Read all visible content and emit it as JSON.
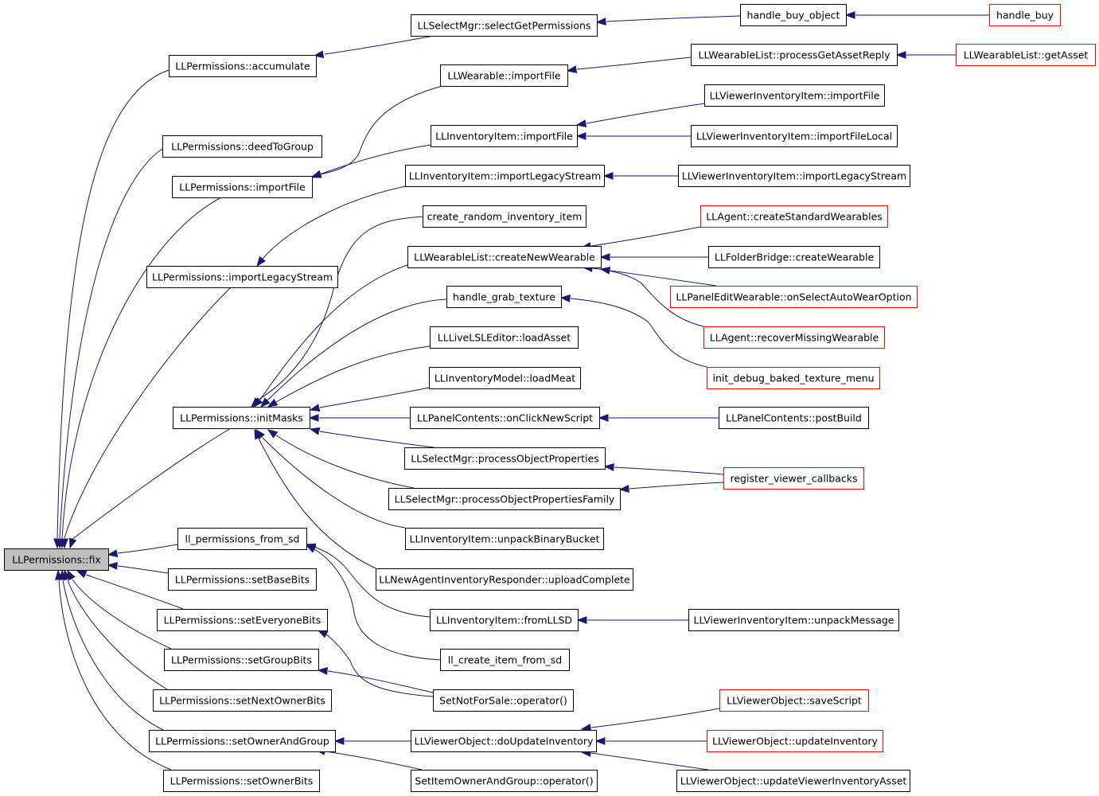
{
  "diagram": {
    "colors": {
      "edge": "#191970",
      "node_border": "#000000",
      "truncated_border": "#ff0000",
      "root_fill": "#bfbfbf",
      "background": "#ffffff"
    },
    "nodes": [
      {
        "id": "fix",
        "label": "LLPermissions::fix",
        "kind": "root"
      },
      {
        "id": "accumulate",
        "label": "LLPermissions::accumulate",
        "kind": "normal"
      },
      {
        "id": "deedToGroup",
        "label": "LLPermissions::deedToGroup",
        "kind": "normal"
      },
      {
        "id": "perm_importFile",
        "label": "LLPermissions::importFile",
        "kind": "normal"
      },
      {
        "id": "perm_importLegacyStream",
        "label": "LLPermissions::importLegacyStream",
        "kind": "normal"
      },
      {
        "id": "initMasks",
        "label": "LLPermissions::initMasks",
        "kind": "normal"
      },
      {
        "id": "ll_permissions_from_sd",
        "label": "ll_permissions_from_sd",
        "kind": "normal"
      },
      {
        "id": "setBaseBits",
        "label": "LLPermissions::setBaseBits",
        "kind": "normal"
      },
      {
        "id": "setEveryoneBits",
        "label": "LLPermissions::setEveryoneBits",
        "kind": "normal"
      },
      {
        "id": "setGroupBits",
        "label": "LLPermissions::setGroupBits",
        "kind": "normal"
      },
      {
        "id": "setNextOwnerBits",
        "label": "LLPermissions::setNextOwnerBits",
        "kind": "normal"
      },
      {
        "id": "setOwnerAndGroup",
        "label": "LLPermissions::setOwnerAndGroup",
        "kind": "normal"
      },
      {
        "id": "setOwnerBits",
        "label": "LLPermissions::setOwnerBits",
        "kind": "normal"
      },
      {
        "id": "selectGetPermissions",
        "label": "LLSelectMgr::selectGetPermissions",
        "kind": "normal"
      },
      {
        "id": "wearable_importFile",
        "label": "LLWearable::importFile",
        "kind": "normal"
      },
      {
        "id": "invitem_importFile",
        "label": "LLInventoryItem::importFile",
        "kind": "normal"
      },
      {
        "id": "invitem_importLegacyStream",
        "label": "LLInventoryItem::importLegacyStream",
        "kind": "normal"
      },
      {
        "id": "create_random_inventory_item",
        "label": "create_random_inventory_item",
        "kind": "normal"
      },
      {
        "id": "createNewWearable",
        "label": "LLWearableList::createNewWearable",
        "kind": "normal"
      },
      {
        "id": "handle_grab_texture",
        "label": "handle_grab_texture",
        "kind": "normal"
      },
      {
        "id": "liveLSL_loadAsset",
        "label": "LLLiveLSLEditor::loadAsset",
        "kind": "normal"
      },
      {
        "id": "loadMeat",
        "label": "LLInventoryModel::loadMeat",
        "kind": "normal"
      },
      {
        "id": "onClickNewScript",
        "label": "LLPanelContents::onClickNewScript",
        "kind": "normal"
      },
      {
        "id": "processObjectProperties",
        "label": "LLSelectMgr::processObjectProperties",
        "kind": "normal"
      },
      {
        "id": "processObjectPropertiesFamily",
        "label": "LLSelectMgr::processObjectPropertiesFamily",
        "kind": "normal"
      },
      {
        "id": "unpackBinaryBucket",
        "label": "LLInventoryItem::unpackBinaryBucket",
        "kind": "normal"
      },
      {
        "id": "uploadComplete",
        "label": "LLNewAgentInventoryResponder::uploadComplete",
        "kind": "normal"
      },
      {
        "id": "fromLLSD",
        "label": "LLInventoryItem::fromLLSD",
        "kind": "normal"
      },
      {
        "id": "ll_create_item_from_sd",
        "label": "ll_create_item_from_sd",
        "kind": "normal"
      },
      {
        "id": "setNotForSale",
        "label": "SetNotForSale::operator()",
        "kind": "normal"
      },
      {
        "id": "doUpdateInventory",
        "label": "LLViewerObject::doUpdateInventory",
        "kind": "normal"
      },
      {
        "id": "setItemOwnerAndGroup",
        "label": "SetItemOwnerAndGroup::operator()",
        "kind": "normal"
      },
      {
        "id": "handle_buy_object",
        "label": "handle_buy_object",
        "kind": "normal"
      },
      {
        "id": "handle_buy",
        "label": "handle_buy",
        "kind": "truncated"
      },
      {
        "id": "processGetAssetReply",
        "label": "LLWearableList::processGetAssetReply",
        "kind": "normal"
      },
      {
        "id": "getAsset",
        "label": "LLWearableList::getAsset",
        "kind": "truncated"
      },
      {
        "id": "viewerinv_importFile",
        "label": "LLViewerInventoryItem::importFile",
        "kind": "normal"
      },
      {
        "id": "viewerinv_importFileLocal",
        "label": "LLViewerInventoryItem::importFileLocal",
        "kind": "normal"
      },
      {
        "id": "viewerinv_importLegacyStream",
        "label": "LLViewerInventoryItem::importLegacyStream",
        "kind": "normal"
      },
      {
        "id": "createStandardWearables",
        "label": "LLAgent::createStandardWearables",
        "kind": "truncated"
      },
      {
        "id": "folderBridge_createWearable",
        "label": "LLFolderBridge::createWearable",
        "kind": "normal"
      },
      {
        "id": "onSelectAutoWearOption",
        "label": "LLPanelEditWearable::onSelectAutoWearOption",
        "kind": "truncated"
      },
      {
        "id": "recoverMissingWearable",
        "label": "LLAgent::recoverMissingWearable",
        "kind": "truncated"
      },
      {
        "id": "init_debug_baked_texture_menu",
        "label": "init_debug_baked_texture_menu",
        "kind": "truncated"
      },
      {
        "id": "postBuild",
        "label": "LLPanelContents::postBuild",
        "kind": "normal"
      },
      {
        "id": "register_viewer_callbacks",
        "label": "register_viewer_callbacks",
        "kind": "truncated"
      },
      {
        "id": "unpackMessage",
        "label": "LLViewerInventoryItem::unpackMessage",
        "kind": "normal"
      },
      {
        "id": "saveScript",
        "label": "LLViewerObject::saveScript",
        "kind": "truncated"
      },
      {
        "id": "updateInventory",
        "label": "LLViewerObject::updateInventory",
        "kind": "truncated"
      },
      {
        "id": "updateViewerInventoryAsset",
        "label": "LLViewerObject::updateViewerInventoryAsset",
        "kind": "normal"
      }
    ],
    "edges": [
      {
        "from": "accumulate",
        "to": "fix"
      },
      {
        "from": "deedToGroup",
        "to": "fix"
      },
      {
        "from": "perm_importFile",
        "to": "fix"
      },
      {
        "from": "perm_importLegacyStream",
        "to": "fix"
      },
      {
        "from": "initMasks",
        "to": "fix"
      },
      {
        "from": "ll_permissions_from_sd",
        "to": "fix"
      },
      {
        "from": "setBaseBits",
        "to": "fix"
      },
      {
        "from": "setEveryoneBits",
        "to": "fix"
      },
      {
        "from": "setGroupBits",
        "to": "fix"
      },
      {
        "from": "setNextOwnerBits",
        "to": "fix"
      },
      {
        "from": "setOwnerAndGroup",
        "to": "fix"
      },
      {
        "from": "setOwnerBits",
        "to": "fix"
      },
      {
        "from": "selectGetPermissions",
        "to": "accumulate"
      },
      {
        "from": "handle_buy_object",
        "to": "selectGetPermissions"
      },
      {
        "from": "handle_buy",
        "to": "handle_buy_object"
      },
      {
        "from": "wearable_importFile",
        "to": "perm_importFile"
      },
      {
        "from": "invitem_importFile",
        "to": "perm_importFile"
      },
      {
        "from": "processGetAssetReply",
        "to": "wearable_importFile"
      },
      {
        "from": "getAsset",
        "to": "processGetAssetReply"
      },
      {
        "from": "viewerinv_importFile",
        "to": "invitem_importFile"
      },
      {
        "from": "viewerinv_importFileLocal",
        "to": "invitem_importFile"
      },
      {
        "from": "invitem_importLegacyStream",
        "to": "perm_importLegacyStream"
      },
      {
        "from": "viewerinv_importLegacyStream",
        "to": "invitem_importLegacyStream"
      },
      {
        "from": "create_random_inventory_item",
        "to": "initMasks"
      },
      {
        "from": "createNewWearable",
        "to": "initMasks"
      },
      {
        "from": "handle_grab_texture",
        "to": "initMasks"
      },
      {
        "from": "liveLSL_loadAsset",
        "to": "initMasks"
      },
      {
        "from": "loadMeat",
        "to": "initMasks"
      },
      {
        "from": "onClickNewScript",
        "to": "initMasks"
      },
      {
        "from": "processObjectProperties",
        "to": "initMasks"
      },
      {
        "from": "processObjectPropertiesFamily",
        "to": "initMasks"
      },
      {
        "from": "unpackBinaryBucket",
        "to": "initMasks"
      },
      {
        "from": "uploadComplete",
        "to": "initMasks"
      },
      {
        "from": "createStandardWearables",
        "to": "createNewWearable"
      },
      {
        "from": "folderBridge_createWearable",
        "to": "createNewWearable"
      },
      {
        "from": "onSelectAutoWearOption",
        "to": "createNewWearable"
      },
      {
        "from": "recoverMissingWearable",
        "to": "createNewWearable"
      },
      {
        "from": "init_debug_baked_texture_menu",
        "to": "handle_grab_texture"
      },
      {
        "from": "postBuild",
        "to": "onClickNewScript"
      },
      {
        "from": "register_viewer_callbacks",
        "to": "processObjectProperties"
      },
      {
        "from": "register_viewer_callbacks",
        "to": "processObjectPropertiesFamily"
      },
      {
        "from": "fromLLSD",
        "to": "ll_permissions_from_sd"
      },
      {
        "from": "ll_create_item_from_sd",
        "to": "ll_permissions_from_sd"
      },
      {
        "from": "unpackMessage",
        "to": "fromLLSD"
      },
      {
        "from": "setNotForSale",
        "to": "setEveryoneBits"
      },
      {
        "from": "setNotForSale",
        "to": "setGroupBits"
      },
      {
        "from": "doUpdateInventory",
        "to": "setOwnerAndGroup"
      },
      {
        "from": "setItemOwnerAndGroup",
        "to": "setOwnerAndGroup"
      },
      {
        "from": "saveScript",
        "to": "doUpdateInventory"
      },
      {
        "from": "updateInventory",
        "to": "doUpdateInventory"
      },
      {
        "from": "updateViewerInventoryAsset",
        "to": "doUpdateInventory"
      }
    ]
  }
}
